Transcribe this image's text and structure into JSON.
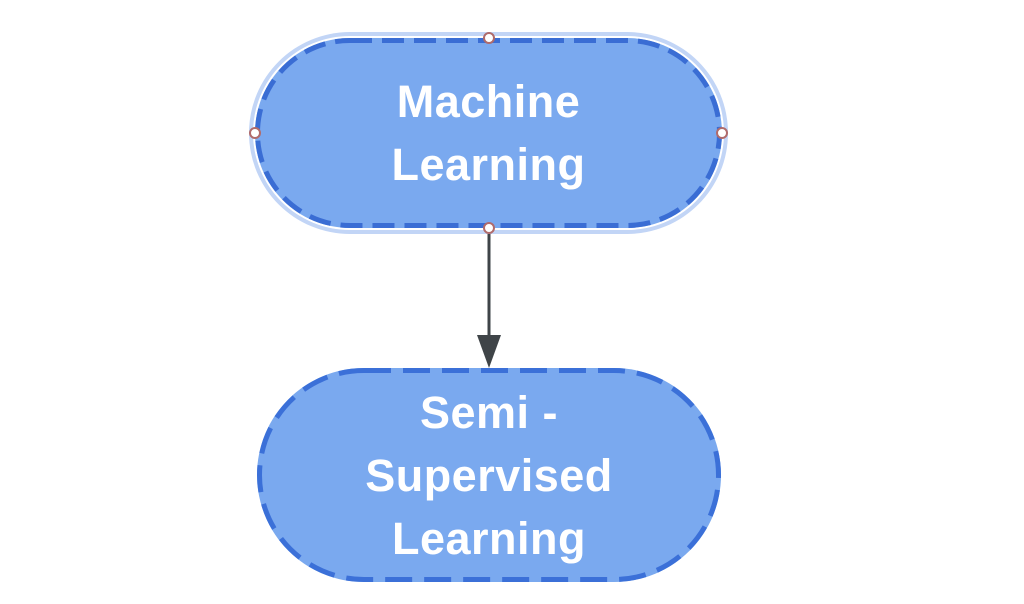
{
  "canvas": {
    "background_color": "#ffffff"
  },
  "diagram": {
    "nodes": [
      {
        "id": "machine-learning",
        "label": "Machine\nLearning",
        "shape": "capsule",
        "fill_color": "#7aa9ef",
        "border_color": "#3a6dd4",
        "border_style": "dashed",
        "text_color": "#ffffff",
        "selected": true
      },
      {
        "id": "semi-supervised-learning",
        "label": "Semi -\nSupervised\nLearning",
        "shape": "capsule",
        "fill_color": "#7aa9ef",
        "border_color": "#3b70d8",
        "border_style": "dashed",
        "text_color": "#ffffff",
        "selected": false
      }
    ],
    "edges": [
      {
        "from": "machine-learning",
        "to": "semi-supervised-learning",
        "direction": "down",
        "color": "#3f4448",
        "arrowhead": "filled-triangle"
      }
    ],
    "selection": {
      "handle_fill": "#ffffff",
      "handle_border_color": "#b06b6b",
      "halo_color": "#c2d5f6"
    }
  }
}
